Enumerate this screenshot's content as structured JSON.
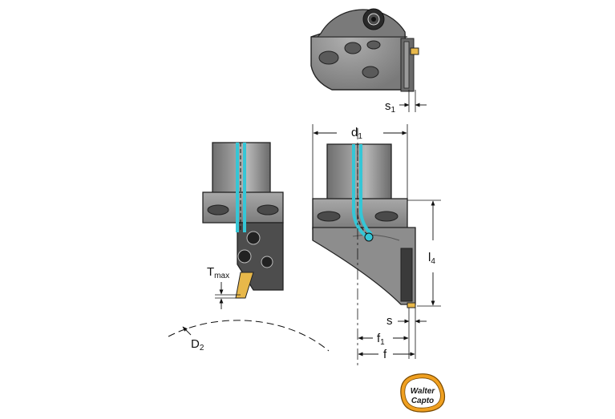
{
  "labels": {
    "s1_main": "s",
    "s1_sub": "1",
    "d1_main": "d",
    "d1_sub": "1",
    "l4_main": "l",
    "l4_sub": "4",
    "s_main": "s",
    "f1_main": "f",
    "f1_sub": "1",
    "f_main": "f",
    "tmax_main": "T",
    "tmax_sub": "max",
    "d2_main": "D",
    "d2_sub": "2"
  },
  "logo": {
    "line1": "Walter",
    "line2": "Capto"
  },
  "colors": {
    "body_gray": "#8c8c8c",
    "body_dark": "#5a5a5a",
    "body_light": "#b4b4b4",
    "coolant": "#35c6d6",
    "insert": "#e8b84a",
    "logo_orange": "#f0a020"
  }
}
